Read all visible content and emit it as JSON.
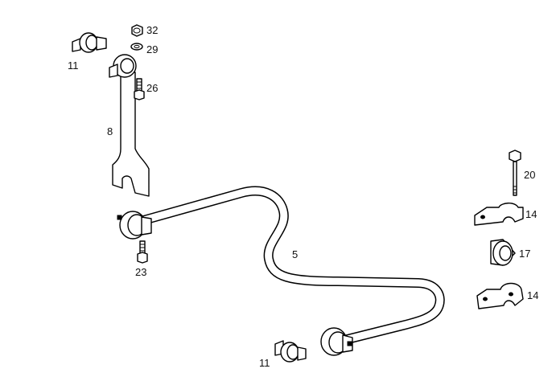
{
  "callouts": {
    "c32": "32",
    "c29": "29",
    "c11a": "11",
    "c26": "26",
    "c8": "8",
    "c20": "20",
    "c14a": "14",
    "c5": "5",
    "c17": "17",
    "c23": "23",
    "c14b": "14",
    "c11b": "11"
  },
  "colors": {
    "line": "#000000",
    "background": "#ffffff"
  }
}
